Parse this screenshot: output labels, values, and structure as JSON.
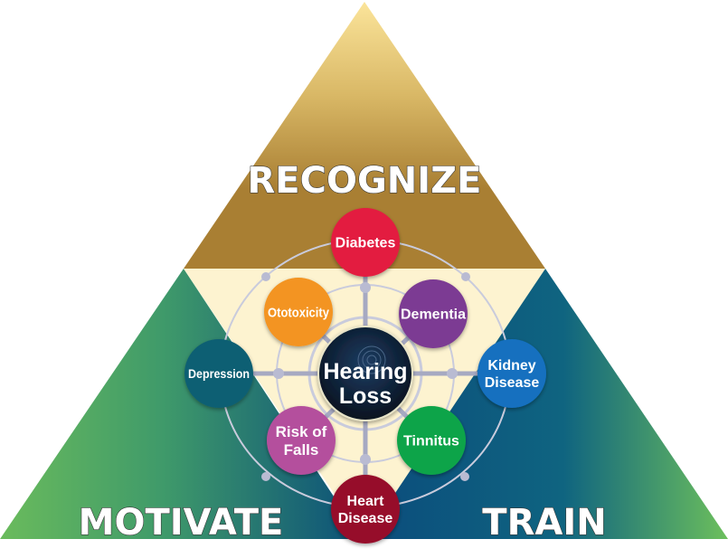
{
  "sections": {
    "top": "RECOGNIZE",
    "left": "MOTIVATE",
    "right": "TRAIN"
  },
  "center": {
    "line1": "Hearing",
    "line2": "Loss",
    "color": "#0f2440"
  },
  "conditions": [
    {
      "id": "diabetes",
      "lines": [
        "Diabetes"
      ],
      "color": "#e31b3f"
    },
    {
      "id": "dementia",
      "lines": [
        "Dementia"
      ],
      "color": "#7b3a93"
    },
    {
      "id": "kidney-disease",
      "lines": [
        "Kidney",
        "Disease"
      ],
      "color": "#1270bf"
    },
    {
      "id": "tinnitus",
      "lines": [
        "Tinnitus"
      ],
      "color": "#0da448"
    },
    {
      "id": "heart-disease",
      "lines": [
        "Heart",
        "Disease"
      ],
      "color": "#960a2a"
    },
    {
      "id": "risk-of-falls",
      "lines": [
        "Risk of",
        "Falls"
      ],
      "color": "#b4509d"
    },
    {
      "id": "depression",
      "lines": [
        "Depression"
      ],
      "color": "#0c5f73"
    },
    {
      "id": "ototoxicity",
      "lines": [
        "Ototoxicity"
      ],
      "color": "#f39420"
    }
  ]
}
